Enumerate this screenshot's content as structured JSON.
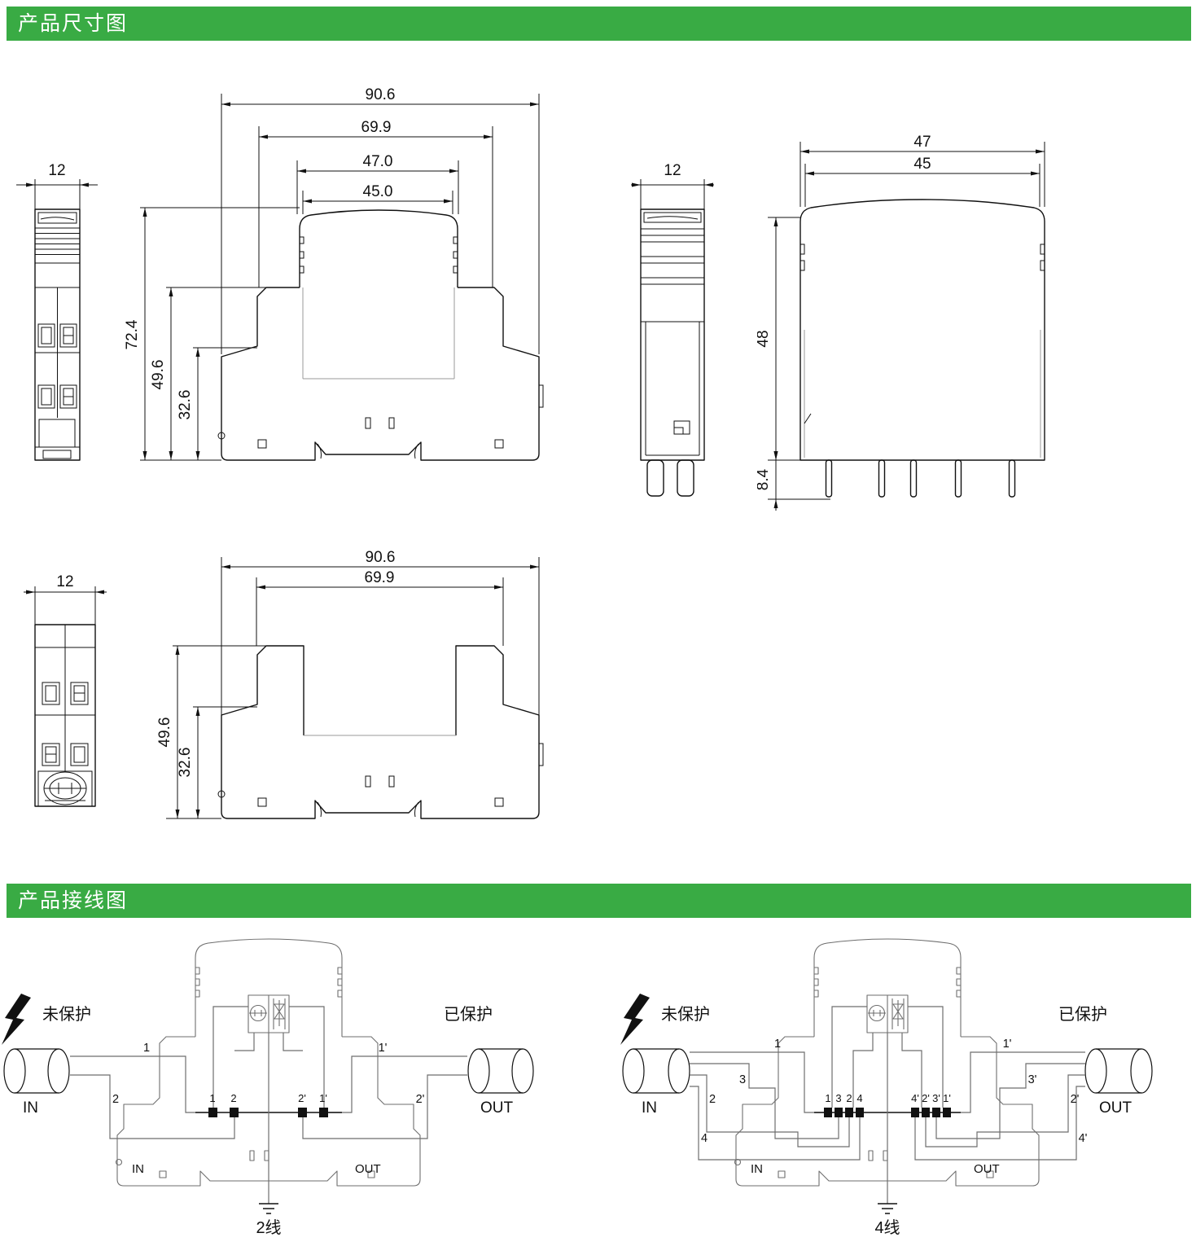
{
  "sections": {
    "dim_title": "产品尺寸图",
    "wire_title": "产品接线图"
  },
  "colors": {
    "accent_green": "#39ab44",
    "line": "#111111",
    "wire_gray": "#6e6e6e"
  },
  "dims": {
    "assembled_side": {
      "w": "12"
    },
    "assembled_front": {
      "w_total": "90.6",
      "w_body": "69.9",
      "w_module": "47.0",
      "w_module_inner": "45.0",
      "h_total": "72.4",
      "h_base": "49.6",
      "h_step": "32.6"
    },
    "module_side": {
      "w": "12"
    },
    "module_front": {
      "w_top": "47",
      "w_inner": "45",
      "h_body": "48",
      "h_pins": "8.4"
    },
    "base_side": {
      "w": "12"
    },
    "base_front": {
      "w_total": "90.6",
      "w_body": "69.9",
      "h_base": "49.6",
      "h_step": "32.6"
    }
  },
  "wiring": {
    "unprotected": "未保护",
    "protected": "已保护",
    "in": "IN",
    "out": "OUT",
    "two_wire": {
      "caption": "2线",
      "base_in": "IN",
      "base_out": "OUT",
      "wires": {
        "w1": "1",
        "w2": "2",
        "w1p": "1'",
        "w2p": "2'"
      },
      "terminals": [
        "1",
        "2",
        "2'",
        "1'"
      ]
    },
    "four_wire": {
      "caption": "4线",
      "base_in": "IN",
      "base_out": "OUT",
      "wires": {
        "w1": "1",
        "w3": "3",
        "w2": "2",
        "w4": "4",
        "w1p": "1'",
        "w3p": "3'",
        "w2p": "2'",
        "w4p": "4'"
      },
      "terminals": [
        "1",
        "3",
        "2",
        "4",
        "4'",
        "2'",
        "3'",
        "1'"
      ]
    }
  }
}
